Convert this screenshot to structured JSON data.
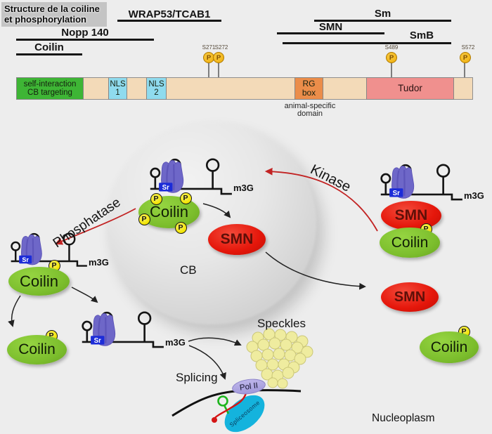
{
  "glossary": {
    "coilin": "Coilin",
    "smn": "SMN",
    "m3g": "m3G",
    "sr": "Sr",
    "p": "P"
  },
  "title": {
    "line1": "Structure de la  coiline",
    "line2": "et phosphorylation"
  },
  "domain_map": {
    "brackets": [
      {
        "label": "Coilin"
      },
      {
        "label": "Nopp 140"
      },
      {
        "label": "WRAP53/TCAB1"
      },
      {
        "label": "Sm"
      },
      {
        "label": "SMN"
      },
      {
        "label": "SmB"
      }
    ],
    "sites": [
      {
        "label": "S271"
      },
      {
        "label": "S272"
      },
      {
        "label": "S489"
      },
      {
        "label": "S572"
      }
    ],
    "domains": {
      "self_interaction": {
        "line1": "self-interaction",
        "line2": "CB targeting"
      },
      "nls1": {
        "line1": "NLS",
        "line2": "1"
      },
      "nls2": {
        "line1": "NLS",
        "line2": "2"
      },
      "rg": {
        "line1": "RG",
        "line2": "box"
      },
      "tudor": {
        "label": "Tudor"
      }
    },
    "note": {
      "line1": "animal-specific",
      "line2": "domain"
    }
  },
  "pathway": {
    "kinase": "Kinase",
    "phosphatase": "Phosphatase",
    "cb": "CB",
    "speckles": "Speckles",
    "splicing": "Splicing",
    "pol2": "Pol II",
    "spliceosome": "Spliceosome",
    "nucleoplasm": "Nucleoplasm"
  },
  "colors": {
    "coilin_green": "#7cbe2d",
    "smn_red": "#e5170b",
    "phospho_yellow": "#f2e400",
    "site_gold": "#f2b71c",
    "sm_core_purple": "#6e67c8",
    "sr_box_blue": "#1c2cd8",
    "bar_tan": "#f3dab8",
    "domain_green": "#3eb535",
    "nls_cyan": "#8fdbee",
    "rg_orange": "#eb8d4a",
    "tudor_salmon": "#f0908e",
    "spliceosome_cyan": "#14b3dd",
    "pol2_lavender": "#b3abe4",
    "speckle_yellow": "#efec9f",
    "arrow_red": "#c22323"
  }
}
